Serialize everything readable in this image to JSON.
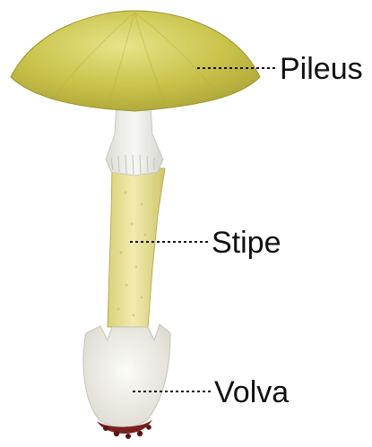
{
  "labels": {
    "pileus": "Pileus",
    "stipe": "Stipe",
    "volva": "Volva"
  },
  "colors": {
    "cap_light": "#e6e48a",
    "cap_mid": "#c9c24a",
    "cap_dark": "#a8a034",
    "stipe_light": "#f1ebb0",
    "stipe_mid": "#d9d27a",
    "ring": "#eeeeea",
    "volva": "#f2f2ee",
    "base_soil": "#7a1f1f",
    "text": "#111111"
  }
}
